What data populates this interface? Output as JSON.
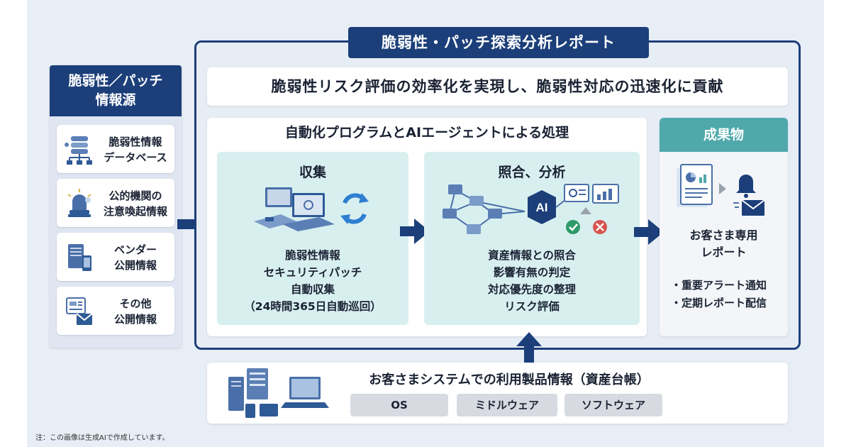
{
  "report_title": "脆弱性・パッチ探索分析レポート",
  "goal": "脆弱性リスク評価の効率化を実現し、脆弱性対応の迅速化に貢献",
  "sources": {
    "title_lines": [
      "脆弱性／パッチ",
      "情報源"
    ],
    "items": [
      {
        "lines": [
          "脆弱性情報",
          "データベース"
        ],
        "icon": "database-network-icon"
      },
      {
        "lines": [
          "公的機関の",
          "注意喚起情報"
        ],
        "icon": "alert-siren-icon"
      },
      {
        "lines": [
          "ベンダー",
          "公開情報"
        ],
        "icon": "server-phone-icon"
      },
      {
        "lines": [
          "その他",
          "公開情報"
        ],
        "icon": "document-mail-icon"
      }
    ]
  },
  "process": {
    "title": "自動化プログラムとAIエージェントによる処理",
    "collect": {
      "title": "収集",
      "lines": [
        "脆弱性情報",
        "セキュリティパッチ",
        "自動収集",
        "（24時間365日自動巡回）"
      ]
    },
    "match": {
      "title": "照合、分析",
      "ai_label": "AI",
      "lines": [
        "資産情報との照合",
        "影響有無の判定",
        "対応優先度の整理",
        "リスク評価"
      ]
    }
  },
  "result": {
    "header": "成果物",
    "title_lines": [
      "お客さま専用",
      "レポート"
    ],
    "items": [
      "・重要アラート通知",
      "・定期レポート配信"
    ]
  },
  "assets": {
    "title": "お客さまシステムでの利用製品情報（資産台帳）",
    "chips": [
      "OS",
      "ミドルウェア",
      "ソフトウェア"
    ]
  },
  "footnote": "注：この画像は生成AIで作成しています。",
  "colors": {
    "navy": "#1c3f7a",
    "teal": "#4fa9ac",
    "stage_bg": "#d8eff0",
    "frame_bg": "#e7edf5"
  }
}
